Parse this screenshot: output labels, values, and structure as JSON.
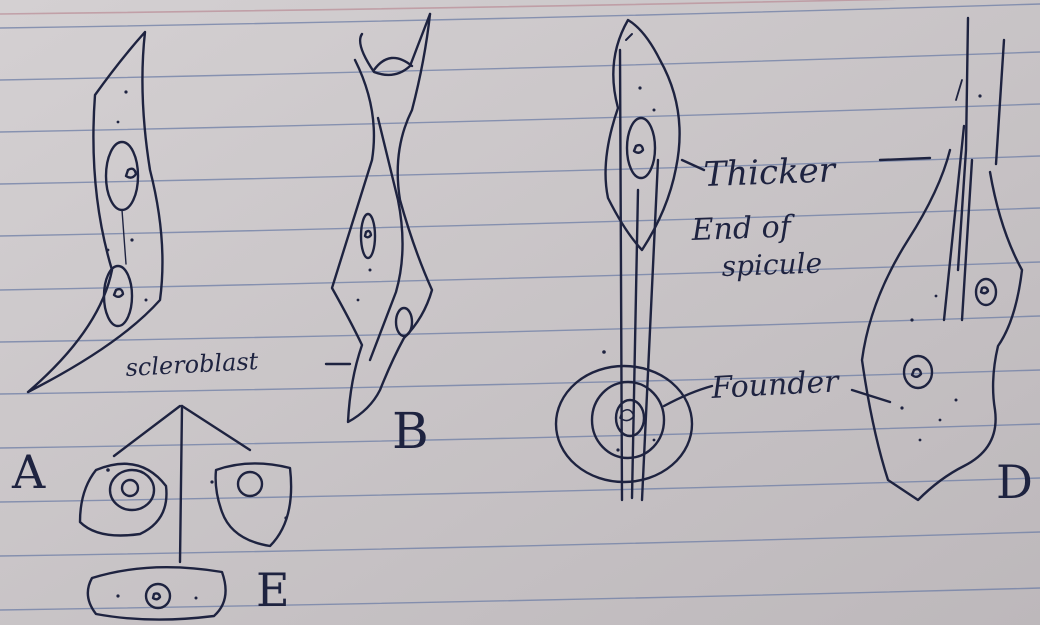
{
  "labels": {
    "scleroblast": "scleroblast",
    "thicker": "Thicker",
    "end_of_spicule_line1": "End of",
    "end_of_spicule_line2": "spicule",
    "founder": "Founder"
  },
  "panel_letters": {
    "a": "A",
    "b": "B",
    "d": "D",
    "e": "E"
  },
  "colors": {
    "paper": "#c9c4c6",
    "rule_line": "#6e7ea6",
    "margin_line": "#b98c96",
    "ink": "#1e2340"
  }
}
